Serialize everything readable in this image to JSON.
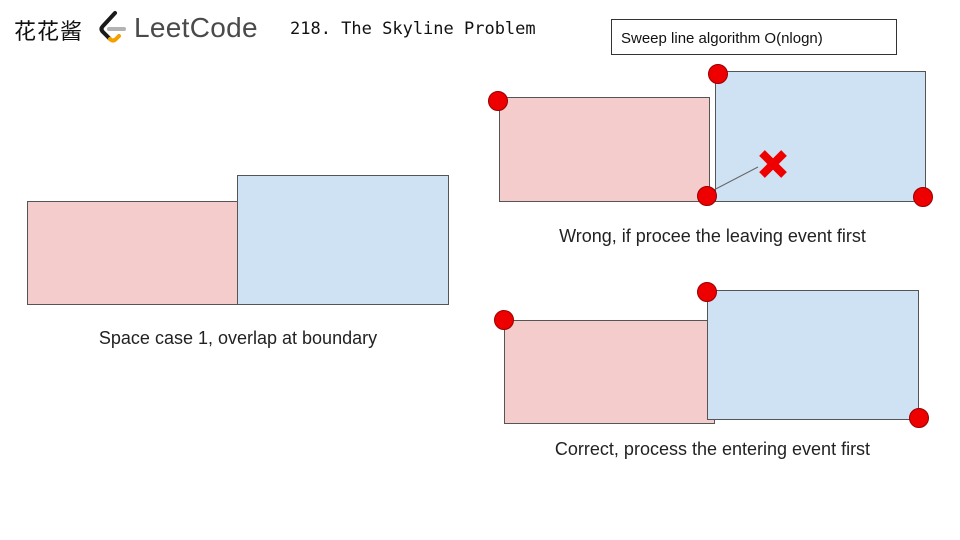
{
  "header": {
    "brand_chinese": "花花酱",
    "brand_name": "LeetCode",
    "problem_title": "218. The Skyline Problem"
  },
  "algorithm_label": "Sweep line algorithm O(nlogn)",
  "captions": {
    "case1": "Space case 1, overlap at boundary",
    "wrong": "Wrong, if procee the leaving event first",
    "correct": "Correct, process the entering event first"
  },
  "colors": {
    "left_building": "#f4cccc",
    "right_building": "#cfe2f3",
    "event_point": "#ee0000",
    "wrong_mark": "#ee0000"
  },
  "icons": {
    "logo": "leetcode-logo-icon",
    "wrong_mark": "red-cross-icon"
  }
}
